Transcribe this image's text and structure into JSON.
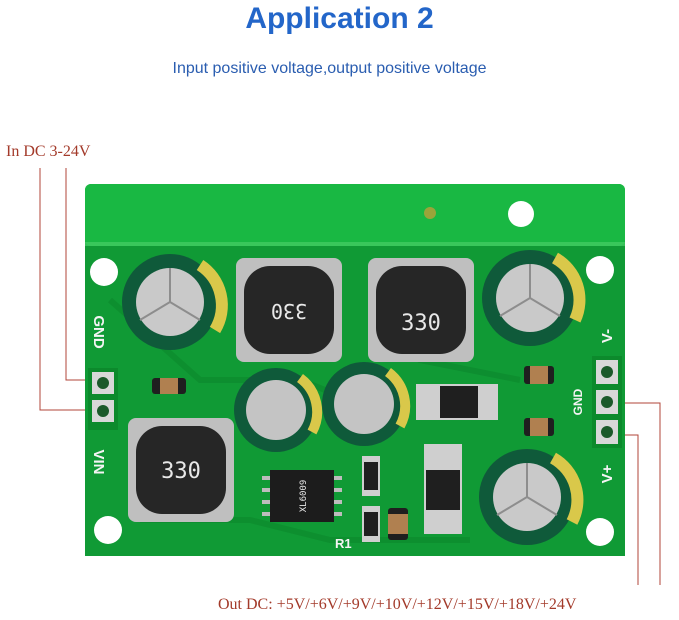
{
  "title": "Application 2",
  "subtitle": "Input positive voltage,output positive voltage",
  "input_label": "In DC 3-24V",
  "output_label": "Out DC: +5V/+6V/+9V/+10V/+12V/+15V/+18V/+24V",
  "board": {
    "pin_labels": {
      "gnd_left": "GND",
      "vin": "VIN",
      "v_minus": "V-",
      "gnd_right": "GND",
      "v_plus": "V+"
    },
    "inductor_markings": [
      "330",
      "330",
      "330"
    ],
    "designator": "R1",
    "chip_marking": "XL6009",
    "colors": {
      "pcb": "#11a83a",
      "leader_line": "#b0443a"
    }
  }
}
